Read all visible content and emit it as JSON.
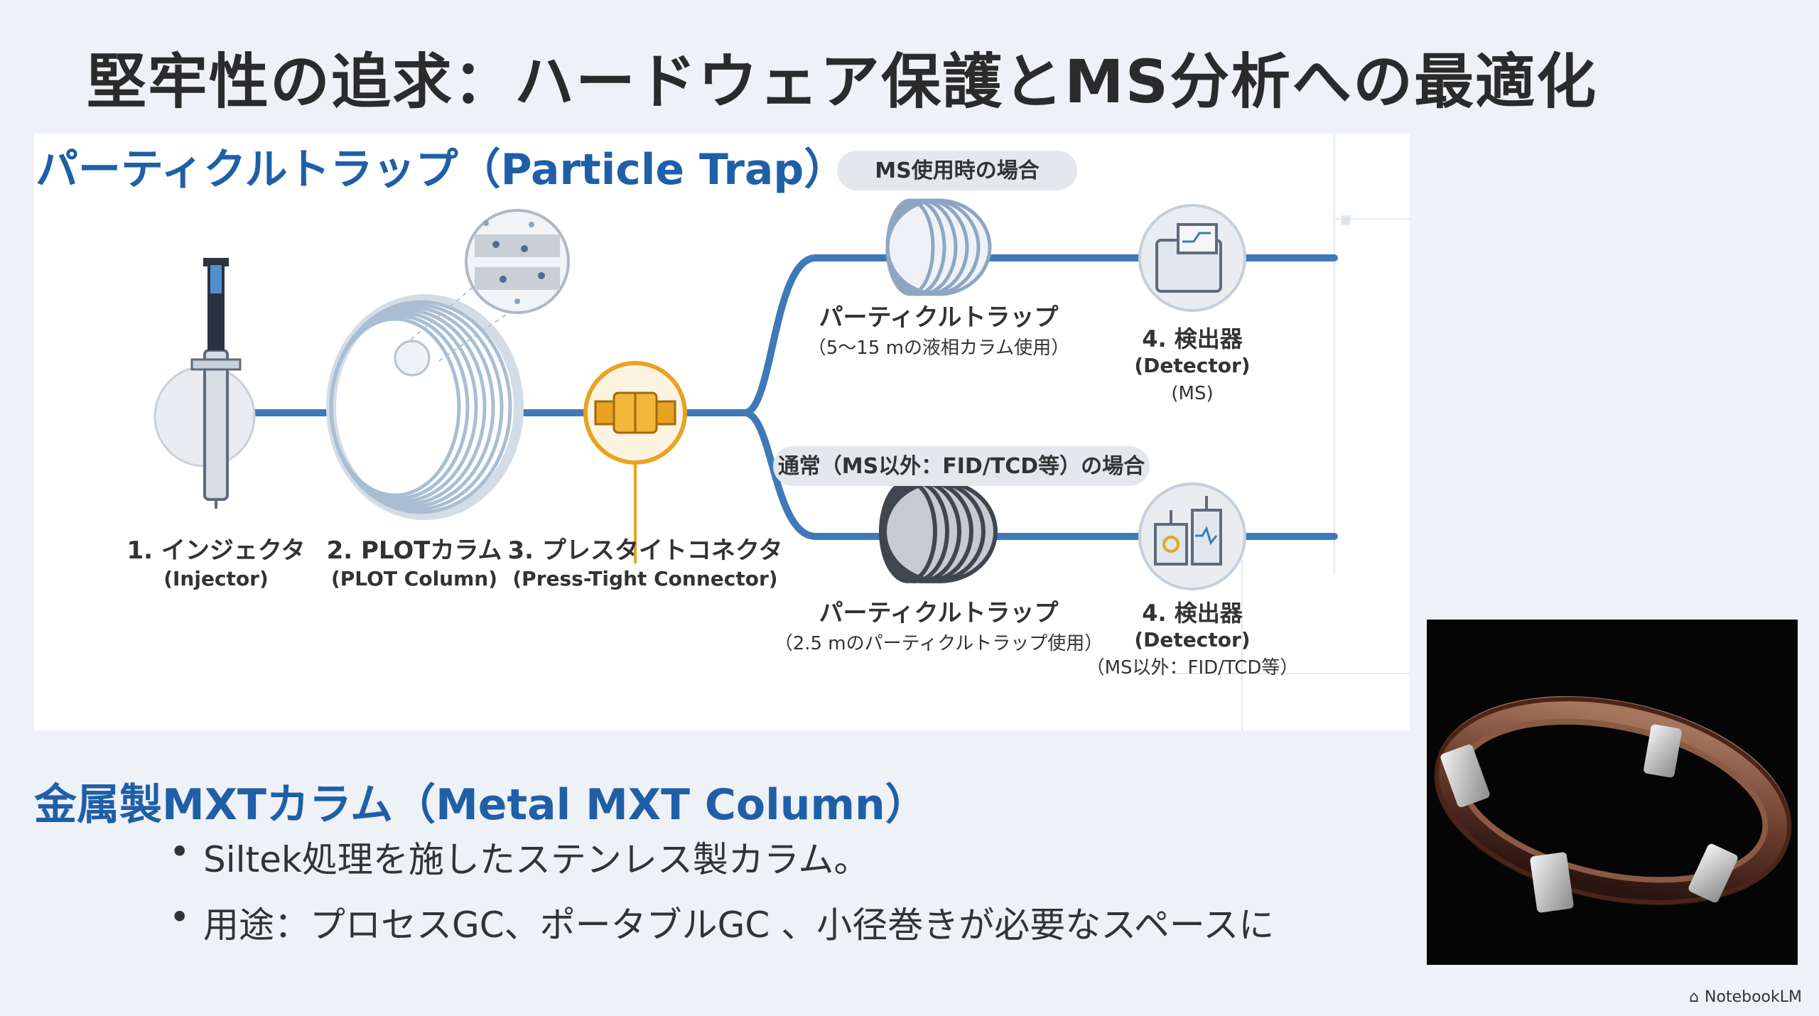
{
  "slide": {
    "title": "堅牢性の追求：ハードウェア保護とMS分析への最適化",
    "section1_heading": "パーティクルトラップ（Particle Trap）",
    "section2_heading": "金属製MXTカラム（Metal MXT Column）",
    "bullets": [
      "Siltek処理を施したステンレス製カラム。",
      "用途：プロセスGC、ポータブルGC 、小径巻きが必要なスペースに"
    ]
  },
  "diagram": {
    "injector": {
      "label": "1. インジェクタ",
      "sub": "(Injector)"
    },
    "plot": {
      "label": "2. PLOTカラム",
      "sub": "(PLOT Column)"
    },
    "connector": {
      "label": "3. プレスタイトコネクタ",
      "sub": "(Press-Tight Connector)"
    },
    "ms_branch": {
      "pill": "MS使用時の場合",
      "trap_label": "パーティクルトラップ",
      "trap_note": "（5～15 mの液相カラム使用）",
      "detector_label": "4. 検出器",
      "detector_sub": "(Detector)",
      "detector_note": "(MS)"
    },
    "normal_branch": {
      "pill": "通常（MS以外：FID/TCD等）の場合",
      "trap_label": "パーティクルトラップ",
      "trap_note": "（2.5 mのパーティクルトラップ使用）",
      "detector_label": "4. 検出器",
      "detector_sub": "(Detector)",
      "detector_note": "（MS以外：FID/TCD等）"
    }
  },
  "colors": {
    "accent_blue": "#1f5fa8",
    "flow_blue": "#3f79b8",
    "connector_orange": "#e8a321"
  },
  "brand": {
    "name": "NotebookLM"
  }
}
